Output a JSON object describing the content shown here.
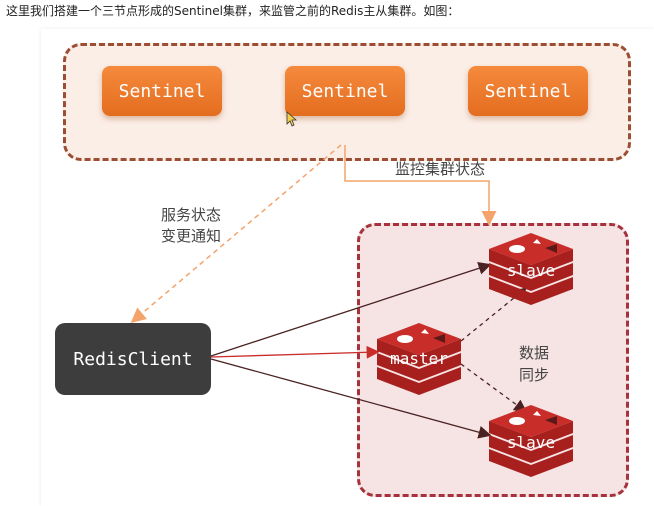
{
  "caption": "这里我们搭建一个三节点形成的Sentinel集群，来监管之前的Redis主从集群。如图：",
  "sentinels": [
    {
      "label": "Sentinel"
    },
    {
      "label": "Sentinel"
    },
    {
      "label": "Sentinel"
    }
  ],
  "client": {
    "label": "RedisClient"
  },
  "labels": {
    "monitor": "监控集群状态",
    "notify_line1": "服务状态",
    "notify_line2": "变更通知",
    "sync_line1": "数据",
    "sync_line2": "同步"
  },
  "nodes": {
    "master": "master",
    "slave_top": "slave",
    "slave_bottom": "slave"
  },
  "colors": {
    "sentinel": "#ef7a2e",
    "sentinel_group_border": "#9b4e34",
    "redis_group_border": "#a7323d",
    "redis_red": "#c92d2a",
    "client": "#3c3d3c"
  }
}
